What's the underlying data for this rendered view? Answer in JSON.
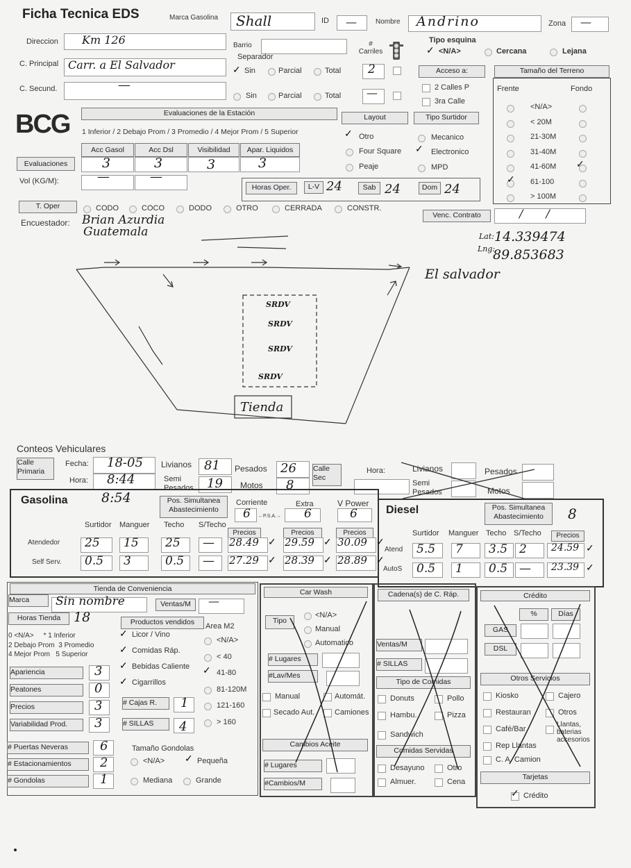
{
  "header": {
    "title": "Ficha Tecnica EDS",
    "marca_label": "Marca Gasolina",
    "marca_value": "Shall",
    "id_label": "ID",
    "id_value": "—",
    "nombre_label": "Nombre",
    "nombre_value": "Andrino",
    "zona_label": "Zona",
    "zona_value": "—",
    "direccion_label": "Direccion",
    "direccion_value": "Km 126",
    "barrio_label": "Barrio",
    "barrio_value": "",
    "carriles_label": "# Carriles",
    "principal_label": "C. Principal",
    "principal_value": "Carr. a El Salvador",
    "secundaria_label": "C. Secund.",
    "secundaria_value": "—",
    "separador_label": "Separador",
    "sin": "Sin",
    "parcial": "Parcial",
    "total": "Total",
    "carriles_1": "2",
    "carriles_2": "—",
    "tipo_esquina_label": "Tipo esquina",
    "tipo_na": "<N/A>",
    "cercana": "Cercana",
    "lejana": "Lejana",
    "acceso_label": "Acceso a:",
    "dos_calles": "2 Calles P",
    "tercera_calle": "3ra Calle",
    "tamano_label": "Tamaño del Terreno",
    "frente": "Frente",
    "fondo": "Fondo",
    "tamanos": [
      "<N/A>",
      "< 20M",
      "21-30M",
      "31-40M",
      "41-60M",
      "61-100",
      "> 100M"
    ]
  },
  "evaluaciones": {
    "logo": "BCG",
    "title": "Evaluaciones de la Estación",
    "scale": "1 Inferior / 2 Debajo Prom / 3 Promedio / 4 Mejor Prom / 5 Superior",
    "cols": [
      "Acc Gasol",
      "Acc Dsl",
      "Visibilidad",
      "Apar. Liquidos"
    ],
    "label": "Evaluaciones",
    "values": [
      "3",
      "3",
      "3",
      "3"
    ],
    "vol_label": "Vol (KG/M):",
    "vol_values": [
      "—",
      "—"
    ],
    "layout_label": "Layout",
    "layouts": [
      "Otro",
      "Four Square",
      "Peaje"
    ],
    "surtidor_label": "Tipo Surtidor",
    "surtidores": [
      "Mecanico",
      "Electronico",
      "MPD"
    ],
    "horas_label": "Horas Oper.",
    "lv_label": "L-V",
    "lv_value": "24",
    "sab_label": "Sab",
    "sab_value": "24",
    "dom_label": "Dom",
    "dom_value": "24",
    "toper_label": "T. Oper",
    "topers": [
      "CODO",
      "COCO",
      "DODO",
      "OTRO",
      "CERRADA",
      "CONSTR."
    ],
    "venc_label": "Venc. Contrato",
    "venc_value": "/ /",
    "encuestador_label": "Encuestador:",
    "encuestador_value": "Brian Azurdia",
    "encuestador_value2": "Guatemala"
  },
  "sketch": {
    "lat_label": "Lat:",
    "lat": "14.339474",
    "lng_label": "Lng:",
    "lng": "89.853683",
    "el_salvador": "El salvador",
    "pump": "SRDV",
    "tienda": "Tienda"
  },
  "conteos": {
    "title": "Conteos Vehiculares",
    "calle_primaria": "Calle Primaria",
    "calle_sec": "Calle Sec",
    "fecha_label": "Fecha:",
    "fecha": "18-05",
    "hora_label": "Hora:",
    "hora": "8:44",
    "livianos_label": "Livianos",
    "livianos": "81",
    "pesados_label": "Pesados",
    "pesados": "26",
    "semi_label": "Semi Pesados",
    "semi": "19",
    "motos_label": "Motos",
    "motos": "8",
    "hora2_label": "Hora:",
    "livianos2": "Livianos",
    "pesados2": "Pesados",
    "semi2": "Semi Pesados",
    "motos2": "Motos"
  },
  "gasolina": {
    "title": "Gasolina",
    "time": "8:54",
    "pos_label": "Pos. Simultanea Abastecimiento",
    "products": [
      "Corriente",
      "Extra",
      "V Power"
    ],
    "psa": "←P.S.A.→",
    "pos_values": [
      "6",
      "6",
      "6"
    ],
    "precios": "Precios",
    "cols": [
      "Surtidor",
      "Manguer",
      "Techo",
      "S/Techo"
    ],
    "atendedor_label": "Atendedor",
    "atendedor": [
      "25",
      "15",
      "25",
      "—"
    ],
    "atendedor_precios": [
      "28.49",
      "29.59",
      "30.09"
    ],
    "self_label": "Self Serv.",
    "self": [
      "0.5",
      "3",
      "0.5",
      "—"
    ],
    "self_precios": [
      "27.29",
      "28.39",
      "28.89"
    ]
  },
  "diesel": {
    "title": "Diesel",
    "pos_label": "Pos. Simultanea Abastecimiento",
    "pos_value": "8",
    "cols": [
      "Surtidor",
      "Manguer",
      "Techo",
      "S/Techo",
      "Precios"
    ],
    "atend_label": "Atend",
    "atend": [
      "5.5",
      "7",
      "3.5",
      "2",
      "24.59"
    ],
    "autos_label": "AutoS",
    "autos": [
      "0.5",
      "1",
      "0.5",
      "—",
      "23.39"
    ]
  },
  "tienda": {
    "title": "Tienda de Conveniencia",
    "marca_label": "Marca",
    "marca_value": "Sin nombre",
    "ventas_label": "Ventas/M",
    "ventas_value": "—",
    "horas_label": "Horas Tienda",
    "horas_value": "18",
    "productos_label": "Productos vendidos",
    "productos": [
      "Licor / Vino",
      "Comidas Ráp.",
      "Bebidas Caliente",
      "Cigarrillos"
    ],
    "area_label": "Area M2",
    "areas": [
      "<N/A>",
      "< 40",
      "41-80",
      "81-120M",
      "121-160",
      "> 160"
    ],
    "scale": [
      "0 <N/A>     * 1 Inferior",
      "2 Debajo Prom  3 Promedio",
      "4 Mejor Prom   5 Superior"
    ],
    "ratings": [
      {
        "label": "Apariencia",
        "value": "3"
      },
      {
        "label": "Peatones",
        "value": "0"
      },
      {
        "label": "Precios",
        "value": "3"
      },
      {
        "label": "Variabilidad Prod.",
        "value": "3"
      }
    ],
    "cajas_label": "# Cajas R.",
    "cajas_value": "1",
    "sillas_label": "# SILLAS",
    "sillas_value": "4",
    "counts": [
      {
        "label": "# Puertas Neveras",
        "value": "6"
      },
      {
        "label": "# Estacionamientos",
        "value": "2"
      },
      {
        "label": "# Gondolas",
        "value": "1"
      }
    ],
    "gondolas_label": "Tamaño Gondolas",
    "gondolas": [
      "<N/A>",
      "Pequeña",
      "Mediana",
      "Grande"
    ]
  },
  "carwash": {
    "title": "Car Wash",
    "tipo_label": "Tipo",
    "tipos": [
      "<N/A>",
      "Manual",
      "Automatico"
    ],
    "lugares": "# Lugares",
    "lav": "#Lav/Mes",
    "checks": [
      "Manual",
      "Automát.",
      "Secado Aut.",
      "Camiones"
    ],
    "aceite_title": "Cambios Aceite",
    "aceite_lugares": "# Lugares",
    "aceite_cambios": "#Cambios/M"
  },
  "cadena": {
    "title": "Cadena(s) de C. Ráp.",
    "ventas": "Ventas/M",
    "sillas": "# SILLAS",
    "tipo_title": "Tipo de Comidas",
    "tipos": [
      "Donuts",
      "Pollo",
      "Hambu.",
      "Pizza",
      "Sandwich"
    ],
    "servidas_title": "Comidas Servidas",
    "servidas": [
      "Desayuno",
      "Otro",
      "Almuer.",
      "Cena"
    ]
  },
  "credito": {
    "title": "Crédito",
    "pct": "%",
    "dias": "Días",
    "gas": "GAS",
    "dsl": "DSL",
    "otros_title": "Otros Servicios",
    "otros": [
      "Kiosko",
      "Cajero",
      "Restauran",
      "Otros",
      "Café/Bar",
      "Llantas, baterias accesorios",
      "Rep Llantas",
      "C. A. Camion"
    ],
    "tarjetas_title": "Tarjetas",
    "tarjetas": "Crédito"
  }
}
